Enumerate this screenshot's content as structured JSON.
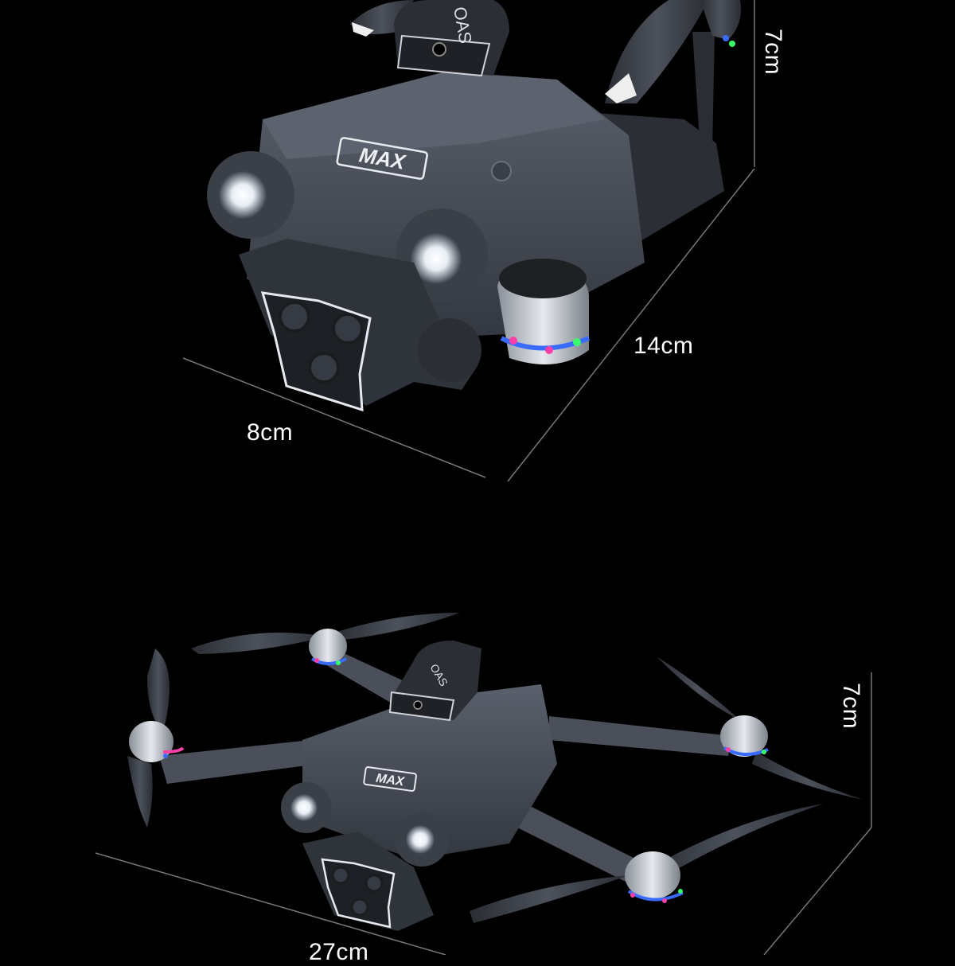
{
  "folded_view": {
    "height_label": "7cm",
    "length_label": "14cm",
    "width_label": "8cm",
    "logo_text": "MAX",
    "sensor_text": "OAS"
  },
  "unfolded_view": {
    "height_label": "7cm",
    "width_label": "27cm",
    "logo_text": "MAX",
    "sensor_text": "OAS"
  },
  "colors": {
    "background": "#000000",
    "body": "#4a4f5a",
    "body_dark": "#2f333b",
    "accent_light": "#ffffff",
    "led_pink": "#ff3fa8",
    "led_blue": "#3a6bff",
    "led_green": "#39ff6a"
  }
}
